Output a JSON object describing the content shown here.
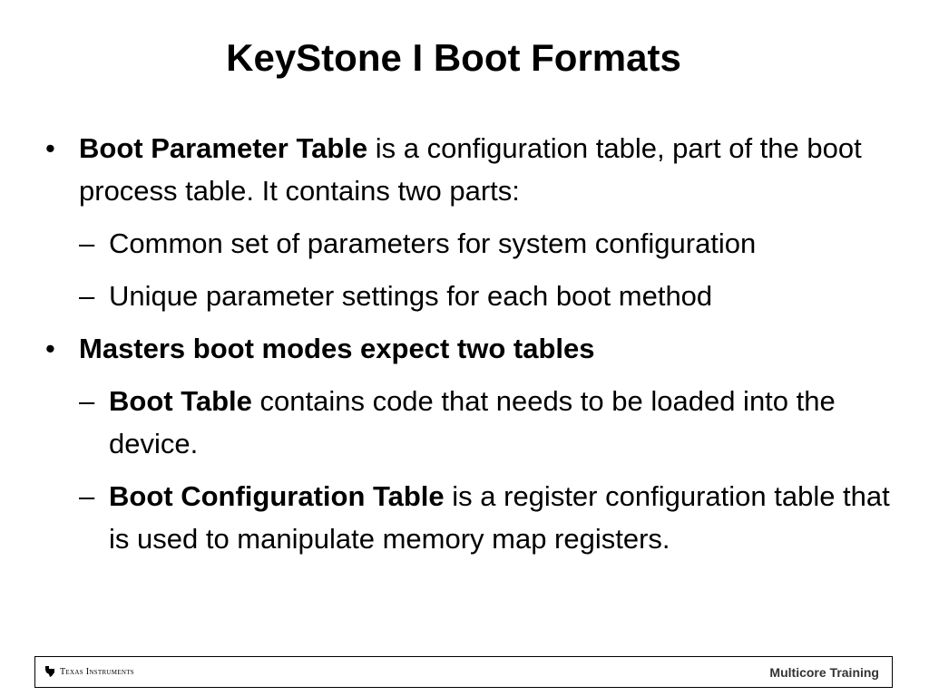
{
  "slide": {
    "title": "KeyStone I Boot Formats",
    "bullet_marker": "•",
    "dash_marker": "–",
    "items": [
      {
        "level": 1,
        "bold": "Boot Parameter Table",
        "text": " is a configuration table, part of the boot process table. It contains two parts:"
      },
      {
        "level": 2,
        "bold": "",
        "text": "Common set of parameters for system configuration"
      },
      {
        "level": 2,
        "bold": "",
        "text": "Unique parameter settings for each boot method"
      },
      {
        "level": 1,
        "bold": "Masters boot modes expect two tables",
        "text": ""
      },
      {
        "level": 2,
        "bold": "Boot Table",
        "text": " contains code that needs to be loaded into the device."
      },
      {
        "level": 2,
        "bold": "Boot Configuration Table",
        "text": " is a register configuration table that is used to manipulate memory map registers."
      }
    ]
  },
  "footer": {
    "logo_text": "Texas Instruments",
    "logo_icon": "texas-state-icon",
    "label": "Multicore Training"
  }
}
